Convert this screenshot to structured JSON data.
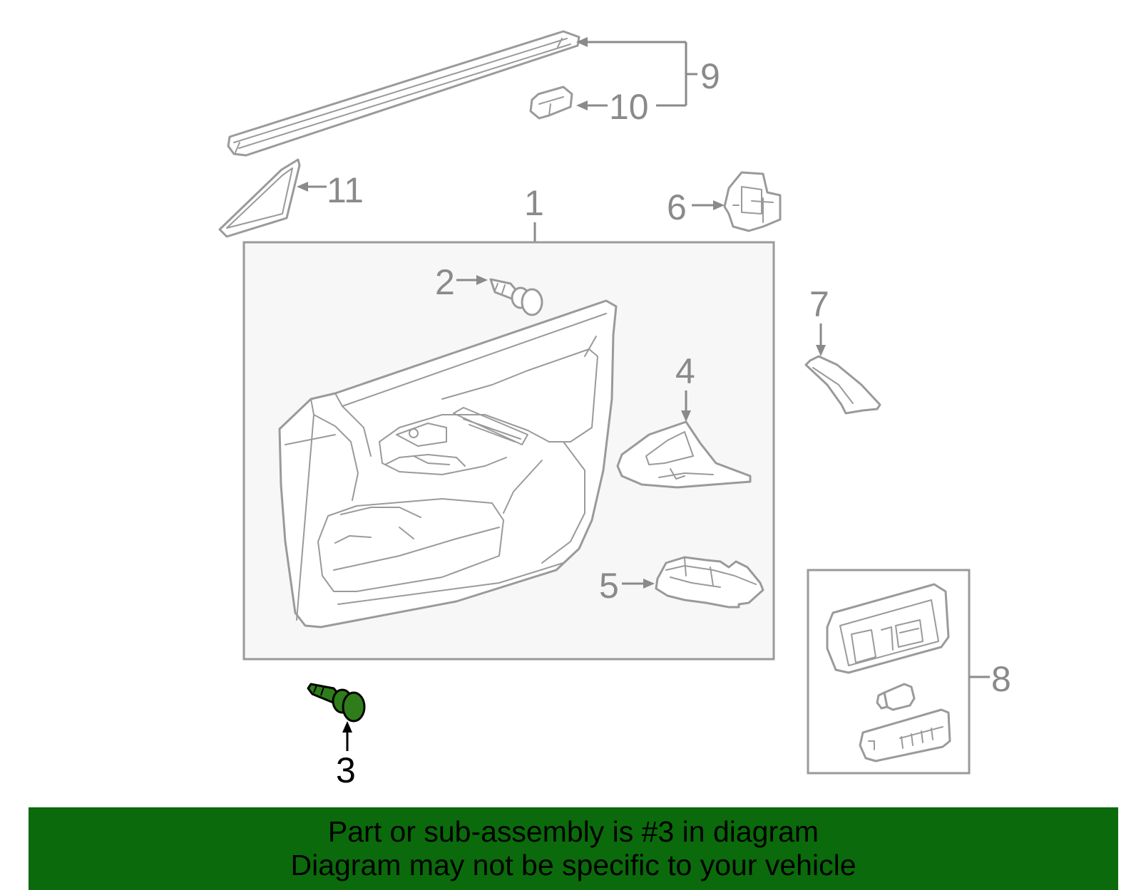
{
  "diagram": {
    "callouts": [
      "1",
      "2",
      "3",
      "4",
      "5",
      "6",
      "7",
      "8",
      "9",
      "10",
      "11"
    ],
    "highlighted_part": "3",
    "colors": {
      "highlight": "#2e7d1a",
      "line": "#9a9a9a",
      "label": "#8a8a8a",
      "banner": "#0b6a0b"
    }
  },
  "banner": {
    "line1": "Part or sub-assembly is #3 in diagram",
    "line2": "Diagram may not be specific to your vehicle"
  }
}
